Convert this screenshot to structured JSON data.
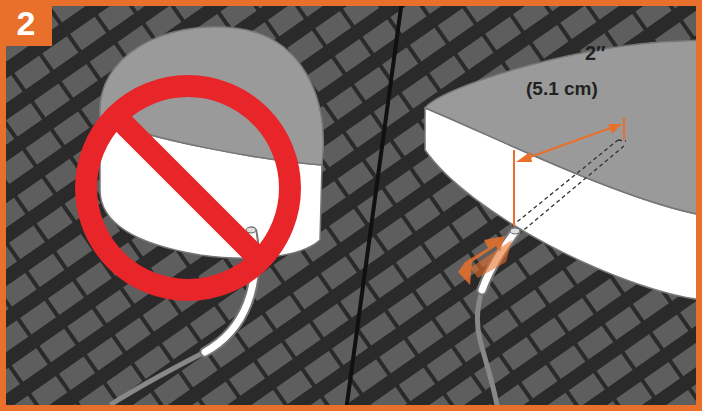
{
  "diagram": {
    "nodes": [
      {
        "text": [
          "2"
        ]
      }
    ],
    "labels": [
      "2″",
      "(5.1 cm)"
    ]
  }
}
